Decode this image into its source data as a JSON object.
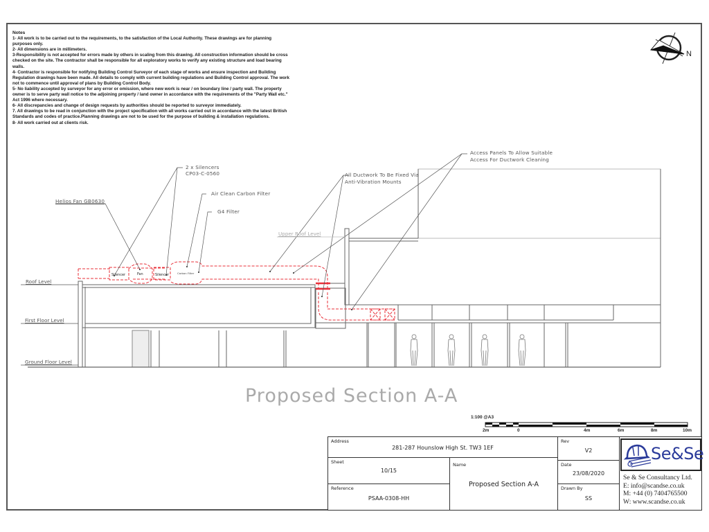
{
  "notes": {
    "title": "Notes",
    "items": [
      "1- All work is to be carried out to the requirements, to the satisfaction of the Local Authority. These drawings are for planning purposes only.",
      "2- All dimensions are in millimeters.",
      "3-Responsibility is not accepted for errors made by others in scaling from this drawing.  All construction information should be cross checked on the site. The contractor shall be responsible for  all exploratory works to verify any existing structure and load bearing walls.",
      "4- Contractor is responsible for notifying Building Control Surveyor of each stage of works and ensure inspection and Building Regulation drawings have been made. All details to comply with current building regulations and Building Control approval. The work not to commence until approval of plans by Building Control Body.",
      "5- No liability accepted by surveyor for any error or omission, where new work is near / on boundary line / party wall. The property owner is to serve party wall notice to the adjoining property / land owner in accordance with the requirements of the \"Party Wall etc.\" Act 1996 where necessary.",
      "6- All discrepancies and change of design requests by authorities  should be reported to surveyor immediately.",
      "7. All drawings to be read in conjunction with the project specification with all works carried out in accordance with the latest British Standards and codes of practice.Planning drawings are not to be used for the purpose of building & installation regulations.",
      "8- All work carried out at clients risk."
    ]
  },
  "north_arrow": {
    "icon": "north-arrow-icon",
    "label": "N"
  },
  "annotations": {
    "helios_fan": "Helios Fan GB0630",
    "silencers_line1": "2 x Silencers",
    "silencers_line2": "CP03-C-0560",
    "carbon_filter": "Air Clean Carbon Filter",
    "g4_filter": "G4 Filter",
    "ductwork_line1": "All Ductwork To Be Fixed Via",
    "ductwork_line2": "Anti-Vibration Mounts",
    "access_line1": "Access Panels To Allow Suitable",
    "access_line2": "Access For Ductwork Cleaning"
  },
  "duct_components": {
    "silencer_1": "Silencer",
    "fan": "Fan",
    "silencer_2": "Silencer",
    "carbon_filter": "Carbon Filter"
  },
  "levels": {
    "roof": "Roof Level",
    "upper_roof": "Upper Roof Level",
    "first_floor": "First Floor Level",
    "ground_floor": "Ground Floor Level"
  },
  "section_title": "Proposed Section A-A",
  "scale_bar": {
    "scale": "1:100 @A3",
    "ticks": [
      "2m",
      "0",
      "4m",
      "6m",
      "8m",
      "10m"
    ]
  },
  "title_block": {
    "address_label": "Address",
    "address": "281-287 Hounslow High St. TW3 1EF",
    "sheet_label": "Sheet",
    "sheet": "10/15",
    "reference_label": "Reference",
    "reference": "PSAA-0308-HH",
    "name_label": "Name",
    "name": "Proposed Section A-A",
    "rev_label": "Rev",
    "rev": "V2",
    "date_label": "Date",
    "date": "23/08/2020",
    "drawn_by_label": "Drawn By",
    "drawn_by": "SS"
  },
  "company": {
    "logo_text": "Se&Se",
    "name": "Se & Se Consultancy Ltd.",
    "email": "E: info@scandse.co.uk",
    "mobile": "M: +44 (0) 7404765500",
    "web": "W: www.scandse.co.uk"
  },
  "colors": {
    "duct": "#e8303a",
    "line": "#555555",
    "faint": "#aaaaaa",
    "logo": "#2a3a9a"
  }
}
